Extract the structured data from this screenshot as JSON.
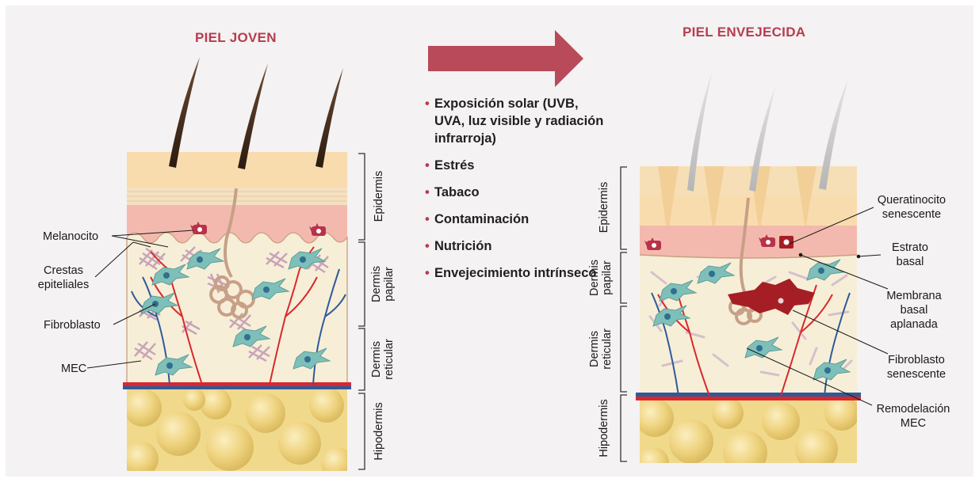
{
  "titles": {
    "young": "PIEL JOVEN",
    "aged": "PIEL ENVEJECIDA"
  },
  "layers_young": {
    "epidermis": "Epidermis",
    "dermis_papilar": [
      "Dermis",
      "papilar"
    ],
    "dermis_reticular": [
      "Dermis",
      "reticular"
    ],
    "hipodermis": "Hipodermis"
  },
  "layers_aged": {
    "epidermis": "Epidermis",
    "dermis_papilar": [
      "Dermis",
      "papilar"
    ],
    "dermis_reticular": [
      "Dermis",
      "reticular"
    ],
    "hipodermis": "Hipodermis"
  },
  "labels_young": {
    "melanocito": "Melanocito",
    "crestas": [
      "Crestas",
      "epiteliales"
    ],
    "fibroblasto": "Fibroblasto",
    "mec": "MEC"
  },
  "labels_aged": {
    "queratinocito": [
      "Queratinocito",
      "senescente"
    ],
    "estrato": [
      "Estrato",
      "basal"
    ],
    "membrana": [
      "Membrana",
      "basal",
      "aplanada"
    ],
    "fibroblasto": [
      "Fibroblasto",
      "senescente"
    ],
    "remodelacion": [
      "Remodelación",
      "MEC"
    ]
  },
  "factors": [
    "Exposición solar (UVB, UVA, luz visible y radiación infrarroja)",
    "Estrés",
    "Tabaco",
    "Contaminación",
    "Nutrición",
    "Envejecimiento intrínseco"
  ],
  "colors": {
    "accent": "#b83b50",
    "arrow": "#b84a5a",
    "epidermis": "#f7d9ac",
    "basal": "#f3b9ae",
    "dermis": "#f5ecd3",
    "fat": "#efd37f",
    "fibroblast": "#7fbfb9",
    "senescent_fibroblast": "#a51e25"
  }
}
